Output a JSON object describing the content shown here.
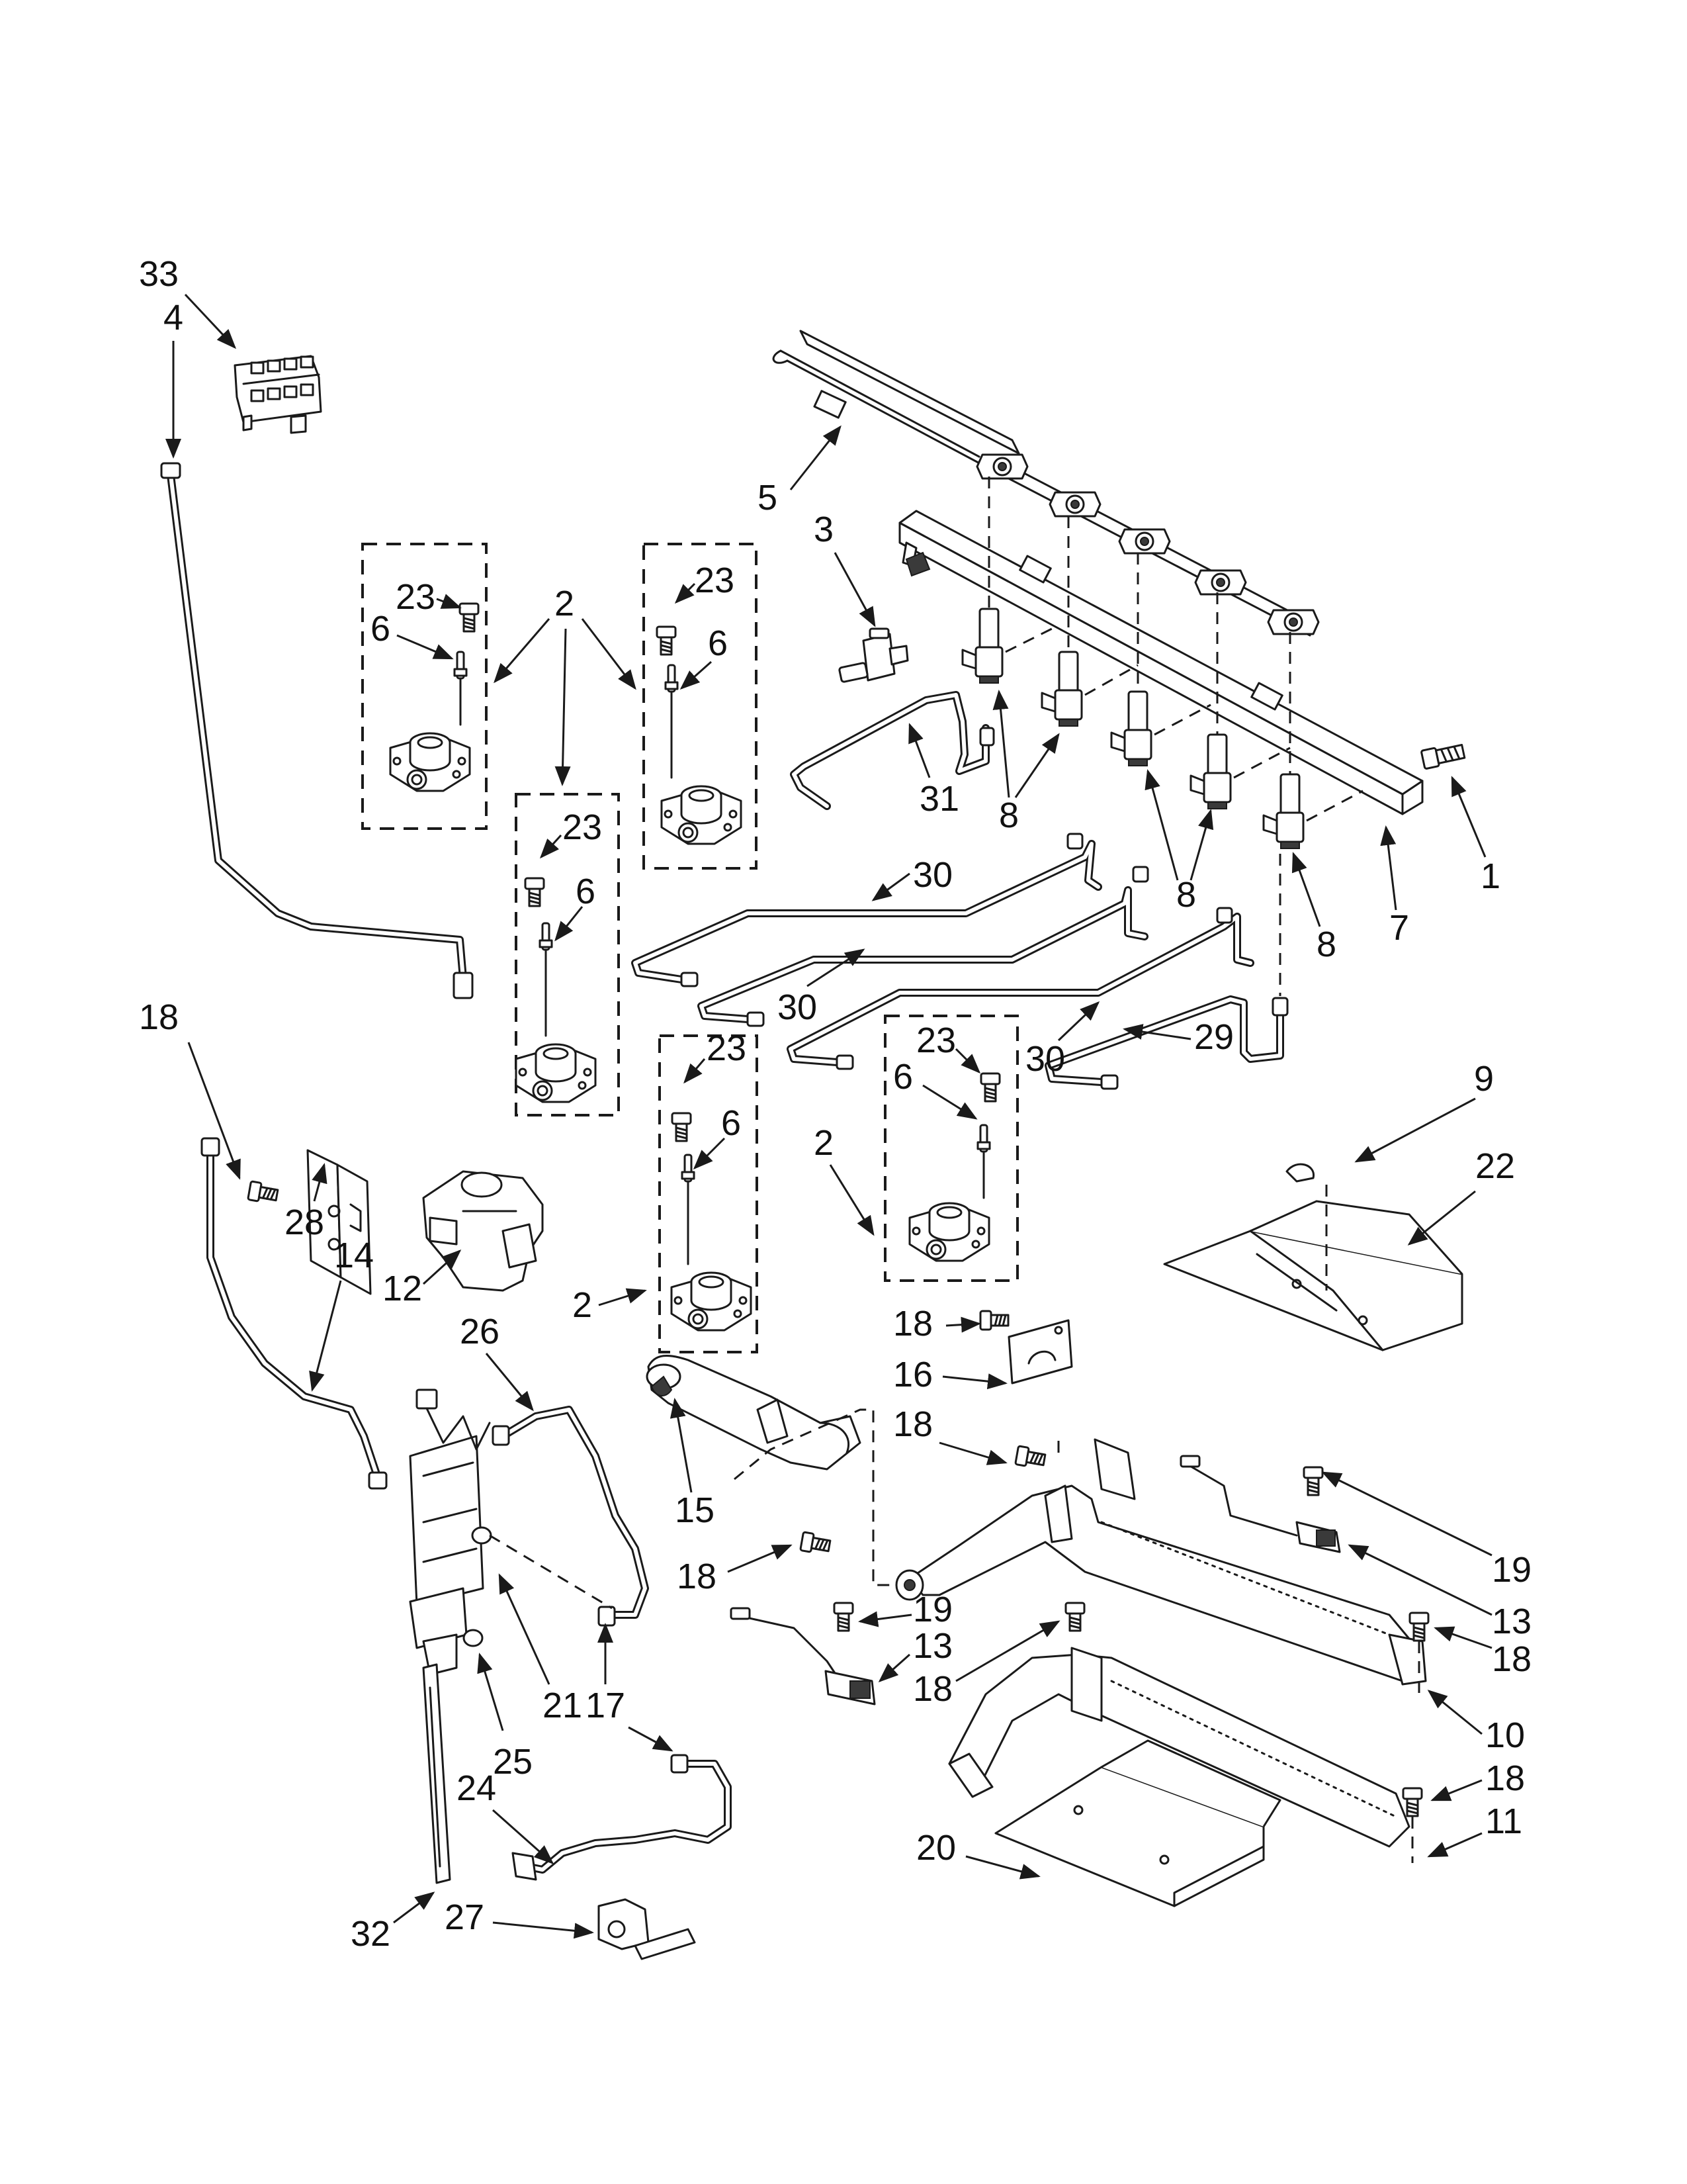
{
  "diagram": {
    "callouts": {
      "c1": "1",
      "c2a": "2",
      "c2b": "2",
      "c2c": "2",
      "c3": "3",
      "c4": "4",
      "c5": "5",
      "c6a": "6",
      "c6b": "6",
      "c6c": "6",
      "c6d": "6",
      "c6e": "6",
      "c7": "7",
      "c8a": "8",
      "c8b": "8",
      "c8c": "8",
      "c9": "9",
      "c10": "10",
      "c11": "11",
      "c12": "12",
      "c13a": "13",
      "c13b": "13",
      "c14": "14",
      "c15": "15",
      "c16": "16",
      "c17": "17",
      "c18a": "18",
      "c18b": "18",
      "c18c": "18",
      "c18d": "18",
      "c18e": "18",
      "c18f": "18",
      "c18g": "18",
      "c19a": "19",
      "c19b": "19",
      "c20": "20",
      "c21": "21",
      "c22": "22",
      "c23a": "23",
      "c23b": "23",
      "c23c": "23",
      "c23d": "23",
      "c23e": "23",
      "c24": "24",
      "c25": "25",
      "c26": "26",
      "c27": "27",
      "c28": "28",
      "c29": "29",
      "c30a": "30",
      "c30b": "30",
      "c30c": "30",
      "c31": "31",
      "c32": "32",
      "c33": "33"
    }
  }
}
